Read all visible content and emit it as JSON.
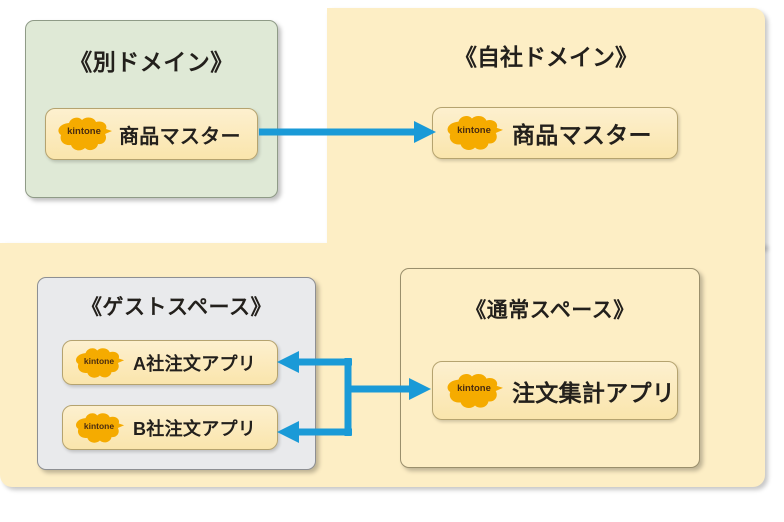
{
  "diagram": {
    "title_text": "kintone domain / space app integration diagram",
    "colors": {
      "backdrop_yellow": "#fdeec5",
      "other_domain_green": "#dfe9d6",
      "guest_space_gray": "#e9eaec",
      "app_chip_yellow": "#fae5ac",
      "arrow_blue": "#1a9ad7",
      "kintone_orange": "#f5ab00",
      "text_dark": "#23201c"
    },
    "panels": {
      "other_domain": {
        "title": "《別ドメイン》"
      },
      "own_domain": {
        "title": "《自社ドメイン》"
      },
      "guest_space": {
        "title": "《ゲストスペース》"
      },
      "normal_space": {
        "title": "《通常スペース》"
      }
    },
    "apps": {
      "master_other_domain": {
        "label": "商品マスター",
        "logo_word": "kintone"
      },
      "master_own_domain": {
        "label": "商品マスター",
        "logo_word": "kintone"
      },
      "order_app_a": {
        "label": "A社注文アプリ",
        "logo_word": "kintone"
      },
      "order_app_b": {
        "label": "B社注文アプリ",
        "logo_word": "kintone"
      },
      "order_aggregate_app": {
        "label": "注文集計アプリ",
        "logo_word": "kintone"
      }
    },
    "arrows": [
      {
        "name": "master-sync-arrow",
        "from": "商品マスター（別ドメイン）",
        "to": "商品マスター（自社ドメイン）",
        "direction": "right"
      },
      {
        "name": "aggregate-to-app-a-arrow",
        "from": "注文集計アプリ",
        "to": "A社注文アプリ",
        "direction": "left"
      },
      {
        "name": "aggregate-to-app-b-arrow",
        "from": "注文集計アプリ",
        "to": "B社注文アプリ",
        "direction": "left"
      },
      {
        "name": "branch-to-aggregate-arrow",
        "from": "ゲストスペース分岐",
        "to": "注文集計アプリ",
        "direction": "right"
      }
    ]
  }
}
